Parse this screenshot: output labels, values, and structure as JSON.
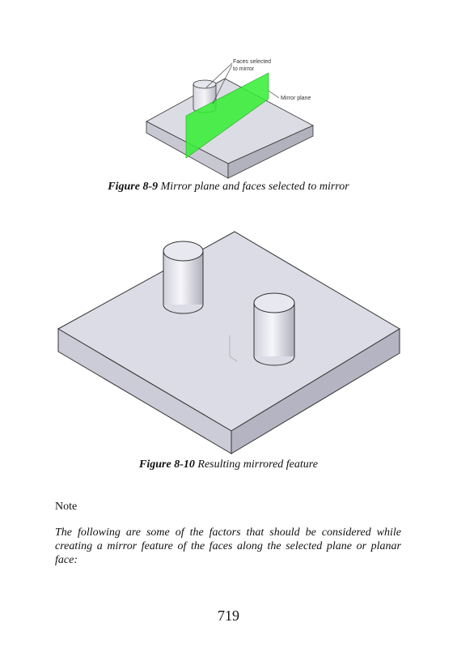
{
  "figure1": {
    "callout_faces_line1": "Faces selected",
    "callout_faces_line2": "to mirror",
    "callout_plane": "Mirror plane",
    "caption_label": "Figure 8-9",
    "caption_text": " Mirror plane and faces selected to mirror"
  },
  "figure2": {
    "caption_label": "Figure 8-10",
    "caption_text": " Resulting mirrored feature"
  },
  "note": {
    "label": "Note",
    "text": "The following are some of the factors that should be considered while creating a mirror feature of the faces along the selected plane or planar face:"
  },
  "page_number": "719",
  "colors": {
    "plane_green": "#33ee33",
    "body_gray": "#d8d8e0"
  }
}
